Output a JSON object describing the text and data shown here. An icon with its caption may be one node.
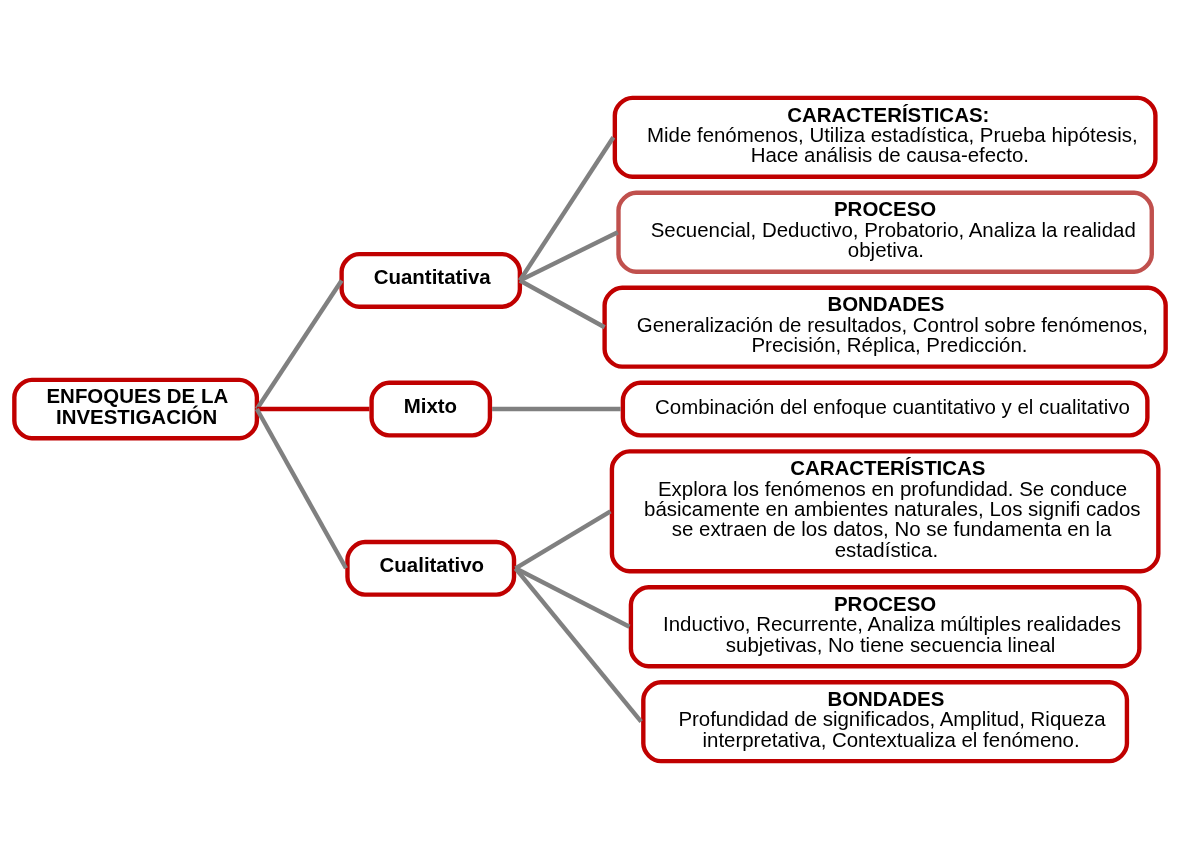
{
  "diagram": {
    "nodes": [
      {
        "text": [
          "ENFOQUES DE LA INVESTIGACIÓN"
        ]
      },
      {
        "text": [
          "Cuantitativa"
        ]
      },
      {
        "text": [
          "CARACTERÍSTICAS:",
          "Mide fenómenos, Utiliza estadística, Prueba hipótesis, Hace análisis de causa-efecto."
        ]
      },
      {
        "text": [
          "PROCESO",
          "Secuencial, Deductivo, Probatorio, Analiza la realidad objetiva."
        ]
      },
      {
        "text": [
          "BONDADES",
          "Generalización de resultados, Control sobre fenómenos, Precisión, Réplica, Predicción."
        ]
      },
      {
        "text": [
          "Mixto"
        ]
      },
      {
        "text": [
          "Combinación del enfoque cuantitativo y el cualitativo"
        ]
      },
      {
        "text": [
          "Cualitativo"
        ]
      },
      {
        "text": [
          "CARACTERÍSTICAS",
          "Explora los fenómenos en profundidad. Se conduce básicamente en ambientes naturales, Los signifi cados se extraen de los datos, No se fundamenta en la estadística."
        ]
      },
      {
        "text": [
          "PROCESO",
          "Inductivo, Recurrente, Analiza múltiples realidades subjetivas, No tiene secuencia lineal"
        ]
      },
      {
        "text": [
          "BONDADES",
          "Profundidad de significados, Amplitud, Riqueza interpretativa, Contextualiza el fenómeno."
        ]
      }
    ],
    "edges": [
      {
        "from": 0,
        "to": 1,
        "arrow": "none"
      },
      {
        "from": 0,
        "to": 5,
        "arrow": "none",
        "color": "#c00000"
      },
      {
        "from": 0,
        "to": 7,
        "arrow": "none"
      },
      {
        "from": 1,
        "to": 2,
        "arrow": "none"
      },
      {
        "from": 1,
        "to": 3,
        "arrow": "none"
      },
      {
        "from": 1,
        "to": 4,
        "arrow": "none"
      },
      {
        "from": 5,
        "to": 6,
        "arrow": "none"
      },
      {
        "from": 7,
        "to": 8,
        "arrow": "none"
      },
      {
        "from": 7,
        "to": 9,
        "arrow": "none"
      },
      {
        "from": 7,
        "to": 10,
        "arrow": "none"
      }
    ]
  }
}
